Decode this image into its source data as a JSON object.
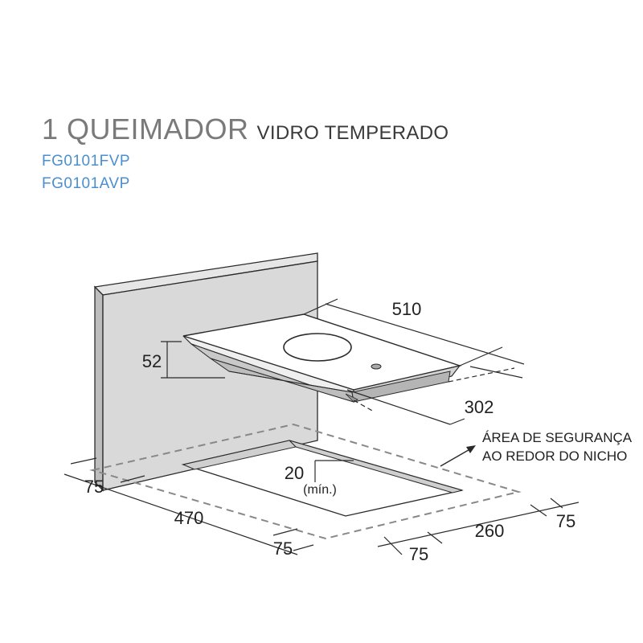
{
  "header": {
    "title": "1 QUEIMADOR",
    "subtitle": "VIDRO TEMPERADO",
    "models": [
      "FG0101FVP",
      "FG0101AVP"
    ]
  },
  "dimensions": {
    "width_top": "510",
    "depth": "302",
    "height": "52",
    "min_distance": "20",
    "min_label": "(mín.)",
    "cutout_length": "470",
    "cutout_depth": "260",
    "margin_left": "75",
    "margin_front": "75",
    "margin_back": "75",
    "margin_right": "75"
  },
  "safety_note": {
    "line1": "ÁREA DE SEGURANÇA",
    "line2": "AO REDOR DO NICHO"
  },
  "colors": {
    "title_gray": "#7a7a7a",
    "model_blue": "#4a8fd0",
    "wall_fill": "#d9d9d9",
    "line": "#2a2a2a",
    "dashed": "#888888"
  }
}
